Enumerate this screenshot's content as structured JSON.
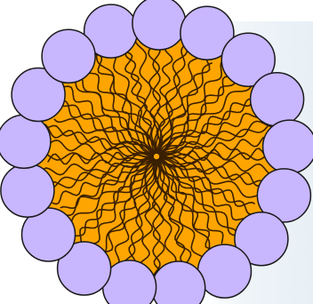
{
  "diagram": {
    "type": "micelle",
    "colors": {
      "core": "#ffa502",
      "head": "#c8b6ff",
      "outline": "#1a1a1a",
      "tail": "#3a2000",
      "background": "#ffffff"
    },
    "head_count": 17,
    "tail_count": 72
  }
}
